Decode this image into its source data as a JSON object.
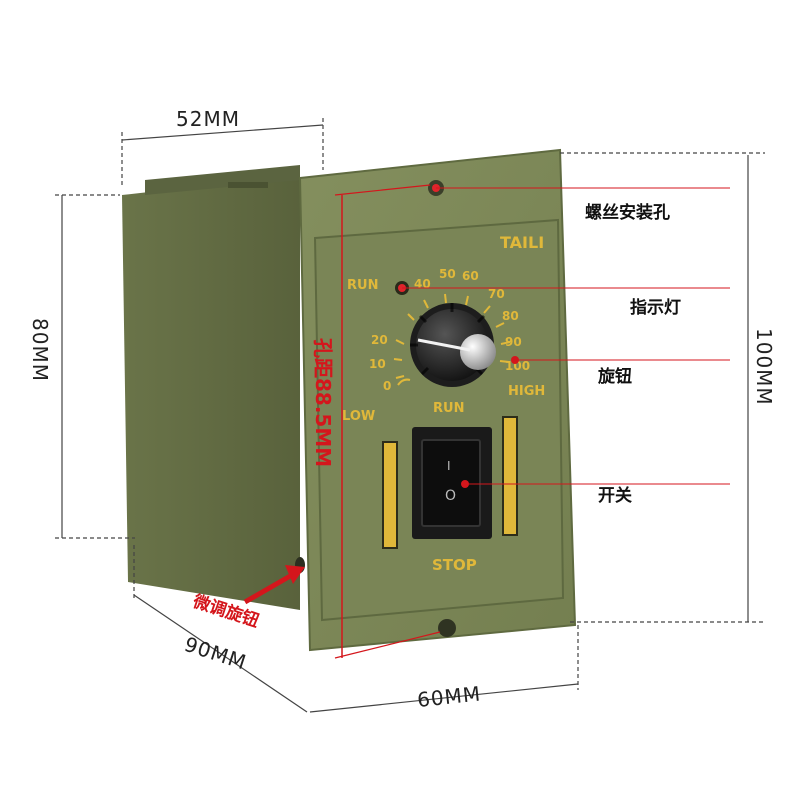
{
  "dimensions": {
    "width_top": "52MM",
    "height_left": "80MM",
    "height_right": "100MM",
    "hole_spacing": "孔距88.5MM",
    "depth": "90MM",
    "face_width": "60MM"
  },
  "callouts": {
    "screw_hole": "螺丝安装孔",
    "indicator_light": "指示灯",
    "knob": "旋钮",
    "switch": "开关",
    "fine_knob": "微调旋钮"
  },
  "panel": {
    "brand": "TAILI",
    "run_top": "RUN",
    "scale": [
      "0",
      "10",
      "20",
      "40",
      "50",
      "60",
      "70",
      "80",
      "90",
      "100"
    ],
    "low": "LOW",
    "run_bottom": "RUN",
    "high": "HIGH",
    "stop": "STOP",
    "switch_on": "I",
    "switch_off": "O"
  },
  "colors": {
    "body": "#6f7a4e",
    "body_dark": "#4f5836",
    "face": "#7f8a5a",
    "gold": "#e0b83a",
    "callout_red": "#d4161c"
  }
}
